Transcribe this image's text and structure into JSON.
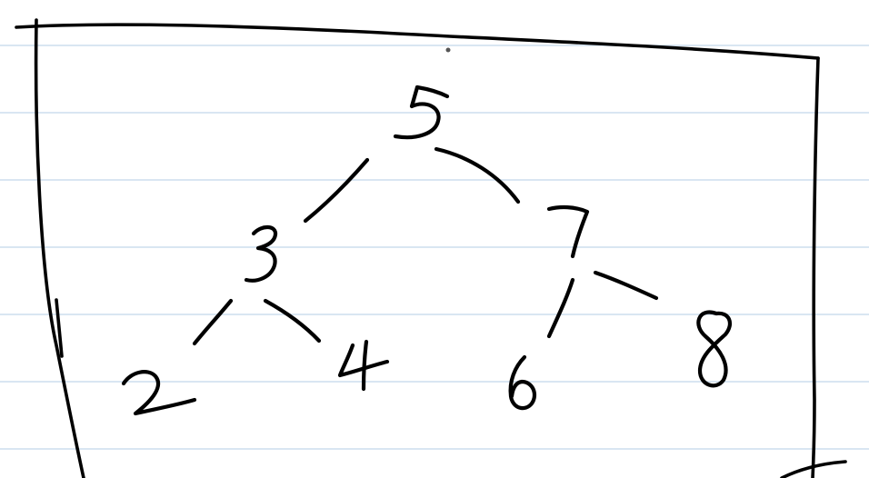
{
  "diagram": {
    "type": "binary-search-tree",
    "ink_color": "#000000",
    "ruled_line_color": "#d9e6f2",
    "nodes": [
      {
        "id": "n5",
        "label": "5"
      },
      {
        "id": "n3",
        "label": "3"
      },
      {
        "id": "n7",
        "label": "7"
      },
      {
        "id": "n2",
        "label": "2"
      },
      {
        "id": "n4",
        "label": "4"
      },
      {
        "id": "n6",
        "label": "6"
      },
      {
        "id": "n8",
        "label": "8"
      }
    ],
    "edges": [
      {
        "from": "5",
        "to": "3"
      },
      {
        "from": "5",
        "to": "7"
      },
      {
        "from": "3",
        "to": "2"
      },
      {
        "from": "3",
        "to": "4"
      },
      {
        "from": "7",
        "to": "6"
      },
      {
        "from": "7",
        "to": "8"
      }
    ]
  }
}
